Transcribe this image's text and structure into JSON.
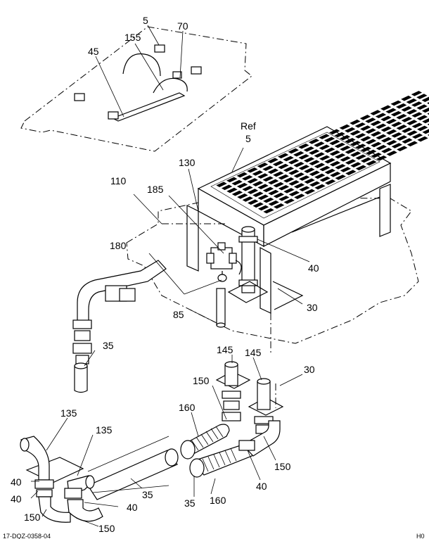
{
  "callouts": {
    "top_5": "5",
    "top_70": "70",
    "top_155": "155",
    "top_45": "45",
    "ref_label": "Ref",
    "ref_5": "5",
    "c130": "130",
    "c110": "110",
    "c185": "185",
    "c180": "180",
    "c40_right": "40",
    "c30_right": "30",
    "c85": "85",
    "c35_left": "35",
    "c145_a": "145",
    "c145_b": "145",
    "c30_lower": "30",
    "c150_upper": "150",
    "c160_upper": "160",
    "c135_a": "135",
    "c135_b": "135",
    "c150_right": "150",
    "c40_lower": "40",
    "c35_mid": "35",
    "c160_lower": "160",
    "c35_lower": "35",
    "c40_a": "40",
    "c40_b": "40",
    "c40_c": "40",
    "c150_a": "150",
    "c150_b": "150"
  },
  "footer": {
    "drawing_id": "17-DQZ-0358-04",
    "corner_code": "H0"
  }
}
